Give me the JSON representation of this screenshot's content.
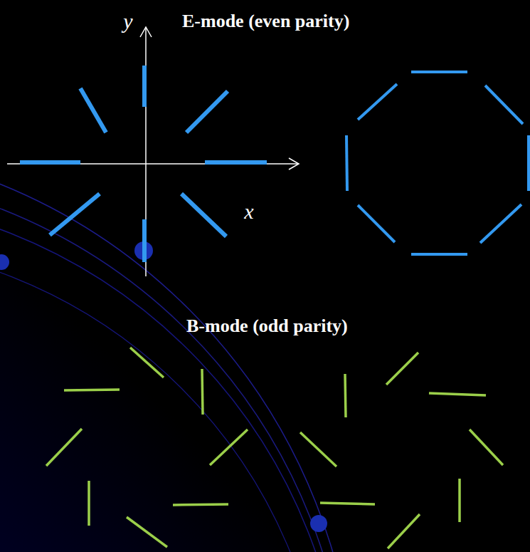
{
  "diagram": {
    "labels": [
      "y",
      "E-mode (even parity)",
      "x",
      "B-mode (odd parity)"
    ]
  }
}
